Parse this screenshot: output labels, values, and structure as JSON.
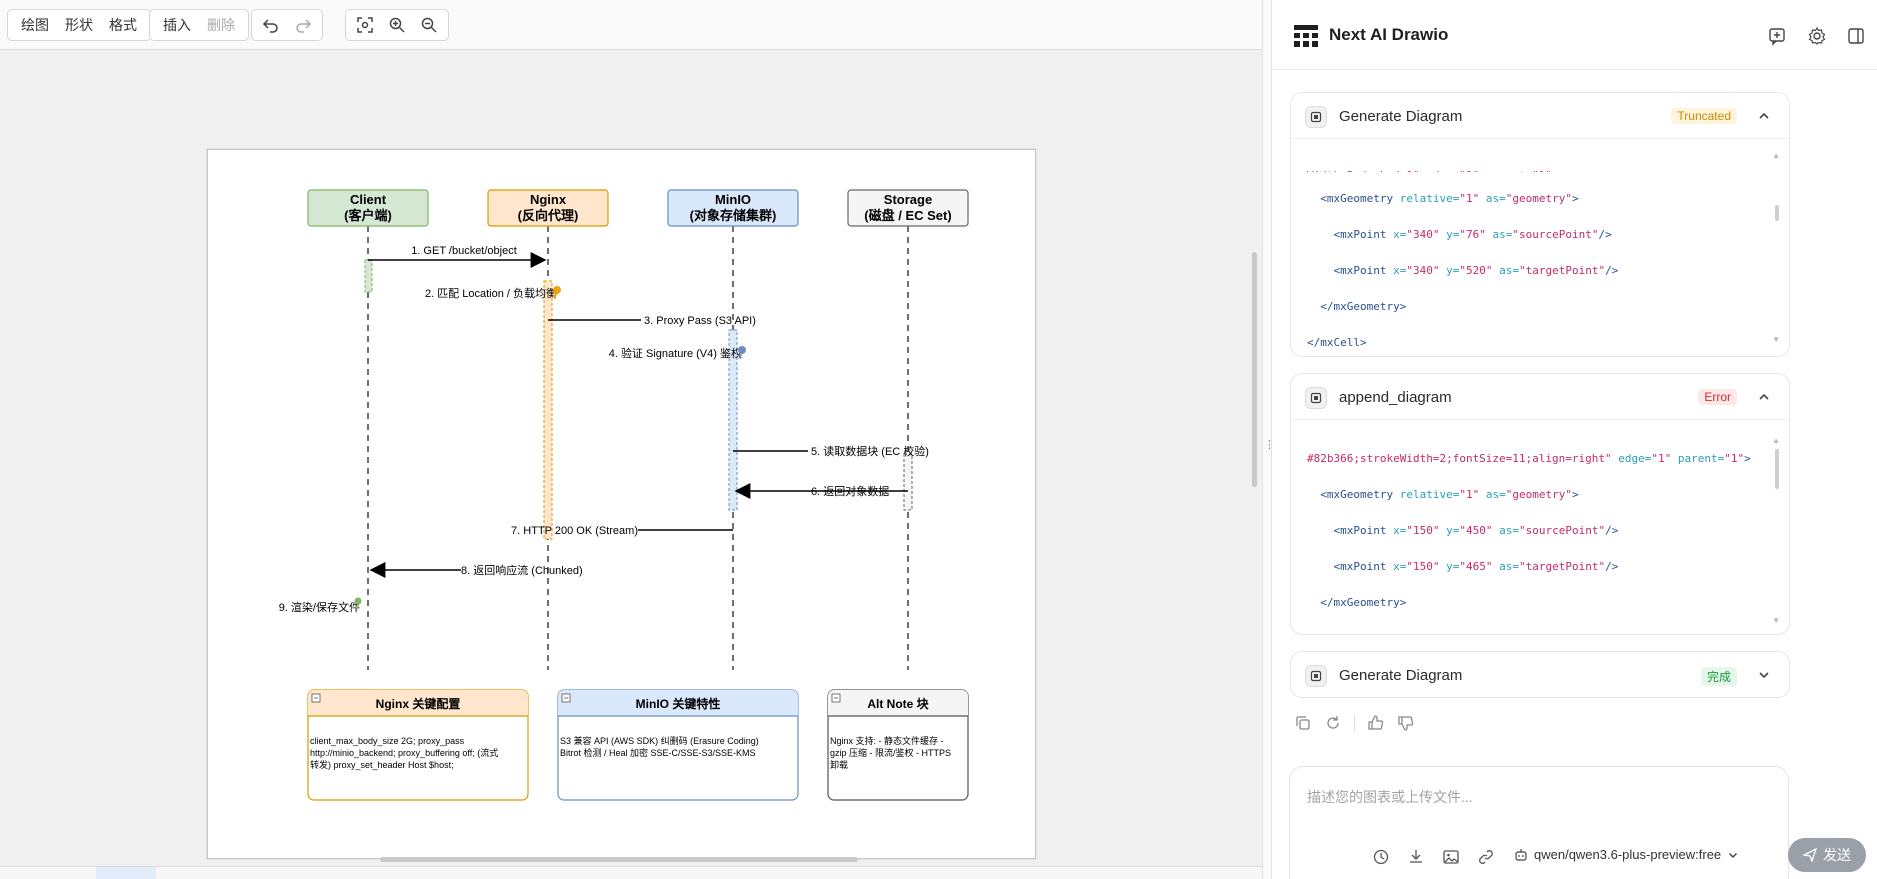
{
  "toolbar": {
    "group1": [
      "绘图",
      "形状",
      "格式"
    ],
    "insert": "插入",
    "delete": "删除"
  },
  "canvas": {
    "lifelines": [
      {
        "title": "Client",
        "subtitle": "(客户端)"
      },
      {
        "title": "Nginx",
        "subtitle": "(反向代理)"
      },
      {
        "title": "MinIO",
        "subtitle": "(对象存储集群)"
      },
      {
        "title": "Storage",
        "subtitle": "(磁盘 / EC Set)"
      }
    ],
    "messages": [
      "1. GET /bucket/object",
      "2. 匹配 Location / 负载均衡",
      "3. Proxy Pass (S3 API)",
      "4. 验证 Signature (V4) 鉴权",
      "5. 读取数据块 (EC 校验)",
      "6. 返回对象数据",
      "7. HTTP 200 OK (Stream)",
      "8. 返回响应流 (Chunked)",
      "9. 渲染/保存文件"
    ],
    "notes": [
      {
        "title": "Nginx 关键配置",
        "lines": [
          "client_max_body_size 2G; proxy_pass",
          "http://minio_backend; proxy_buffering off; (流式",
          "转发) proxy_set_header Host $host;"
        ]
      },
      {
        "title": "MinIO 关键特性",
        "lines": [
          "S3 兼容 API (AWS SDK) 纠删码 (Erasure Coding)",
          "Bitrot 检测 / Heal 加密 SSE-C/SSE-S3/SSE-KMS"
        ]
      },
      {
        "title": "Alt Note 块",
        "lines": [
          "Nginx 支持: - 静态文件缓存 -",
          "gzip 压缩 - 限流/鉴权 - HTTPS",
          "卸载"
        ]
      }
    ]
  },
  "panel": {
    "app_title": "Next AI Drawio",
    "cards": [
      {
        "name": "Generate Diagram",
        "status": "Truncated"
      },
      {
        "name": "append_diagram",
        "status": "Error"
      },
      {
        "name": "Generate Diagram",
        "status": "完成"
      }
    ],
    "input_placeholder": "描述您的图表或上传文件...",
    "model": "qwen/qwen3.6-plus-preview:free",
    "send": "发送"
  },
  "colors": {
    "client_fill": "#d5e8d4",
    "client_stroke": "#82b366",
    "nginx_fill": "#ffe6cc",
    "nginx_stroke": "#d79b00",
    "minio_fill": "#dae8fc",
    "minio_stroke": "#6c8ebf",
    "storage_fill": "#f5f5f5",
    "storage_stroke": "#666666",
    "truncated": "#c98a00",
    "error": "#d22a2a",
    "done": "#1c9a3c"
  }
}
